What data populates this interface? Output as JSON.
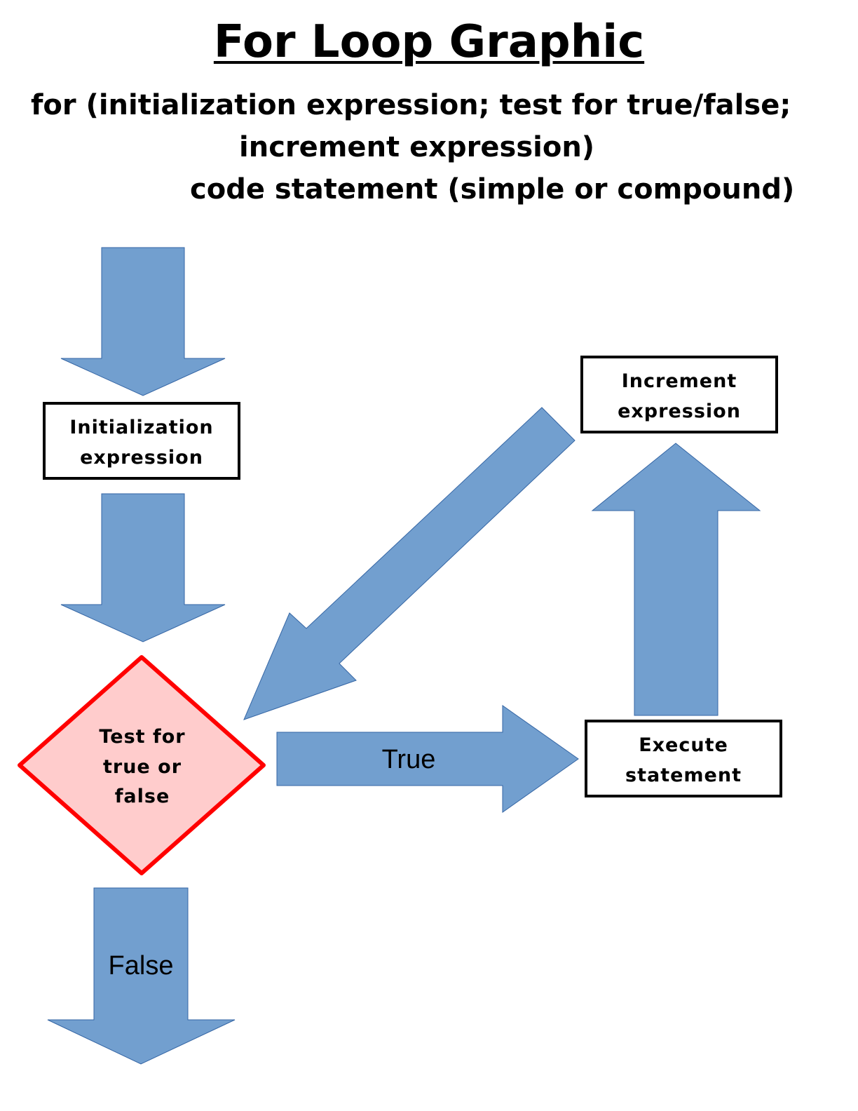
{
  "title": "For Loop Graphic",
  "syntax": {
    "line1": "for (initialization expression; test for true/false;",
    "line2": "increment expression)",
    "line3": "code statement (simple or compound)"
  },
  "nodes": {
    "initialization": [
      "Initialization",
      "expression"
    ],
    "increment": [
      "Increment",
      "expression"
    ],
    "execute": [
      "Execute",
      "statement"
    ],
    "test": [
      "Test for",
      "true or",
      "false"
    ]
  },
  "edges": {
    "true_label": "True",
    "false_label": "False"
  },
  "colors": {
    "arrow_fill": "#729fcf",
    "arrow_stroke": "#3465a4",
    "decision_fill": "#ffcccc",
    "decision_stroke": "#ff0000",
    "box_stroke": "#000000"
  }
}
